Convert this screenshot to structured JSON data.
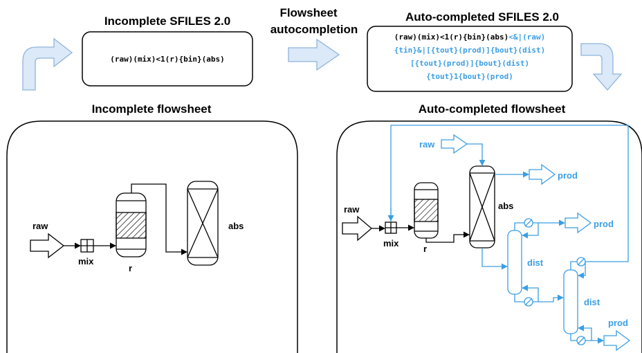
{
  "header": {
    "incomplete_title": "Incomplete SFILES 2.0",
    "arrow_title_line1": "Flowsheet",
    "arrow_title_line2": "autocompletion",
    "auto_title": "Auto-completed SFILES 2.0"
  },
  "incomplete_sfiles": "(raw)(mix)<1(r){bin}(abs)",
  "auto_sfiles": {
    "line1_black": "(raw)(mix)<1(r){bin}(abs)",
    "line1_blue": "<&|(raw)",
    "line2": "{tin}&|[{tout}(prod)]{bout}(dist)",
    "line3": "[{tout}(prod)]{bout}(dist)",
    "line4": "{tout}1{bout}(prod)"
  },
  "panels": {
    "incomplete_title": "Incomplete flowsheet",
    "auto_title": "Auto-completed flowsheet"
  },
  "incomplete_flowsheet": {
    "raw": "raw",
    "mix": "mix",
    "reactor": "r",
    "absorber": "abs"
  },
  "auto_flowsheet": {
    "raw_feed": "raw",
    "raw_second": "raw",
    "mix": "mix",
    "reactor": "r",
    "absorber": "abs",
    "prod_top": "prod",
    "prod_mid": "prod",
    "prod_bottom": "prod",
    "dist1": "dist",
    "dist2": "dist"
  },
  "colors": {
    "accent_blue": "#3a9ee4",
    "arrow_fill": "#dbe9f8",
    "arrow_stroke": "#8fb4dc"
  }
}
